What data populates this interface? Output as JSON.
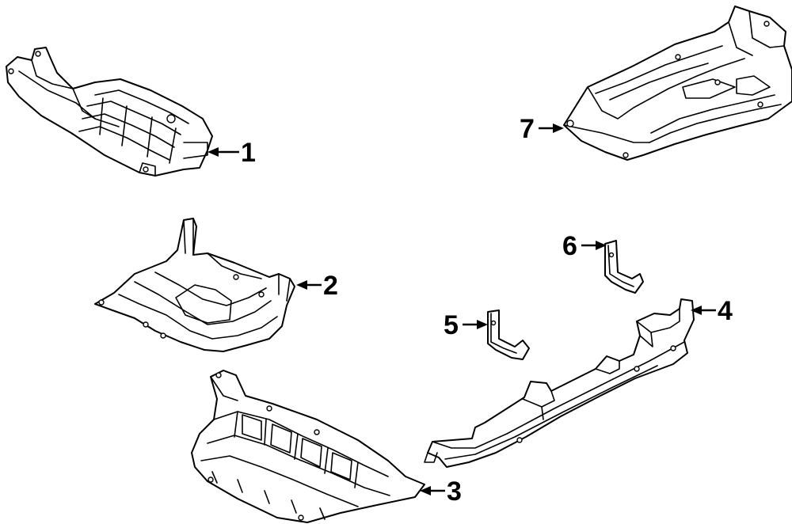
{
  "callouts": {
    "c1": "1",
    "c2": "2",
    "c3": "3",
    "c4": "4",
    "c5": "5",
    "c6": "6",
    "c7": "7"
  },
  "colors": {
    "line": "#000000",
    "fill": "#ffffff",
    "background": "#ffffff"
  }
}
